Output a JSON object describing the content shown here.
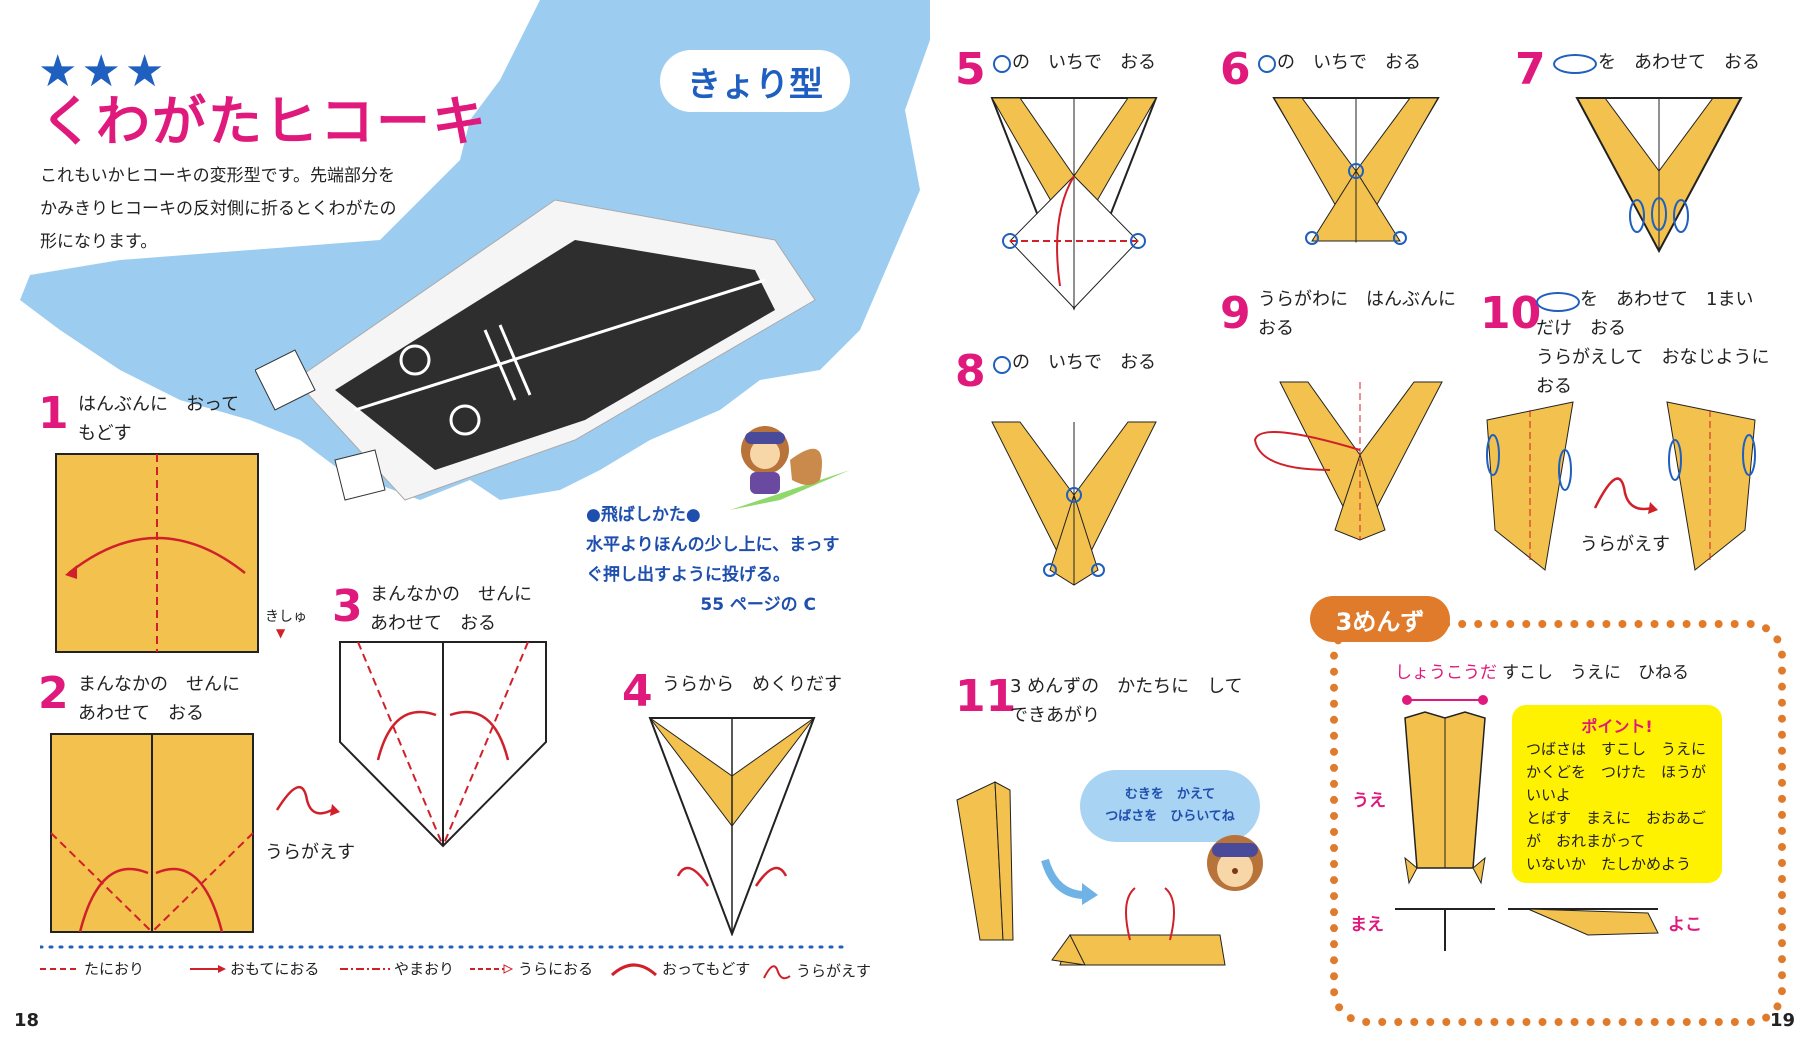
{
  "header": {
    "difficulty_stars": "★★★",
    "title": "くわがたヒコーキ",
    "badge": "きょり型"
  },
  "intro": "これもいかヒコーキの変形型です。先端部分をかみきりヒコーキの反対側に折るとくわがたの形になります。",
  "how_to_fly": {
    "heading": "●飛ばしかた●",
    "text": "水平よりほんの少し上に、まっすぐ押し出すように投げる。",
    "ref": "55 ページの C"
  },
  "steps": [
    {
      "num": "1",
      "text": "はんぶんに　おって\nもどす"
    },
    {
      "num": "2",
      "text": "まんなかの　せんに\nあわせて　おる"
    },
    {
      "num": "3",
      "text": "まんなかの　せんに\nあわせて　おる"
    },
    {
      "num": "4",
      "text": "うらから　めくりだす"
    },
    {
      "num": "5",
      "text": "の　いちで　おる"
    },
    {
      "num": "6",
      "text": "の　いちで　おる"
    },
    {
      "num": "7",
      "text": "を　あわせて　おる"
    },
    {
      "num": "8",
      "text": "の　いちで　おる"
    },
    {
      "num": "9",
      "text": "うらがわに　はんぶんに\nおる"
    },
    {
      "num": "10",
      "text": "を　あわせて　1まい\nだけ　おる\nうらがえして　おなじように\nおる"
    },
    {
      "num": "11",
      "text": "3 めんずの　かたちに　して\nできあがり"
    }
  ],
  "labels": {
    "kishu": "きしゅ",
    "uragaesu_a": "うらがえす",
    "uragaesu_b": "うらがえす",
    "speech": "むきを　かえて\nつばさを　ひらいてね"
  },
  "three_view": {
    "title": "3めんず",
    "shoukou_label": "しょうこうだ",
    "shoukou_text": "すこし　うえに　ひねる",
    "ue": "うえ",
    "mae": "まえ",
    "yoko": "よこ",
    "point_title": "ポイント!",
    "point_text": "つばさは　すこし　うえに\nかくどを　つけた　ほうが\nいいよ\nとばす　まえに　おおあご\nが　おれまがって\nいないか　たしかめよう"
  },
  "legend": {
    "valley": "たにおり",
    "fold_front": "おもてにおる",
    "mountain": "やまおり",
    "fold_back": "うらにおる",
    "fold_return": "おってもどす",
    "flip": "うらがえす"
  },
  "page_numbers": {
    "left": "18",
    "right": "19"
  },
  "colors": {
    "paper_yellow": "#f2c14e",
    "accent_pink": "#e0197d",
    "accent_blue": "#1f5fbf",
    "sky_blue": "#9ccdf0",
    "orange": "#e07b2b",
    "arrow_red": "#d0202a"
  }
}
